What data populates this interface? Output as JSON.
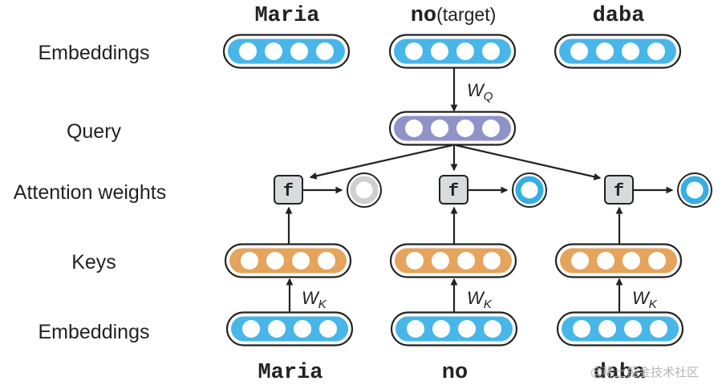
{
  "rows": {
    "embeddings_top": "Embeddings",
    "query": "Query",
    "attention": "Attention weights",
    "keys": "Keys",
    "embeddings_bottom": "Embeddings"
  },
  "top_words": {
    "w1": "Maria",
    "w2": "no",
    "w2_suffix": "(target)",
    "w3": "daba"
  },
  "bottom_words": {
    "w1": "Maria",
    "w2": "no",
    "w3": "daba"
  },
  "weights": {
    "wq_main": "W",
    "wq_sub": "Q",
    "wk_main": "W",
    "wk_sub": "K"
  },
  "score_fn": "f",
  "watermark": "@稀土掘金技术社区",
  "colors": {
    "embedding": "#48b6e8",
    "query": "#8f93c8",
    "key": "#e6a35c",
    "weight_low": "#cfcfcf",
    "weight_high": "#36aee2",
    "f_box": "#d8dadb"
  }
}
